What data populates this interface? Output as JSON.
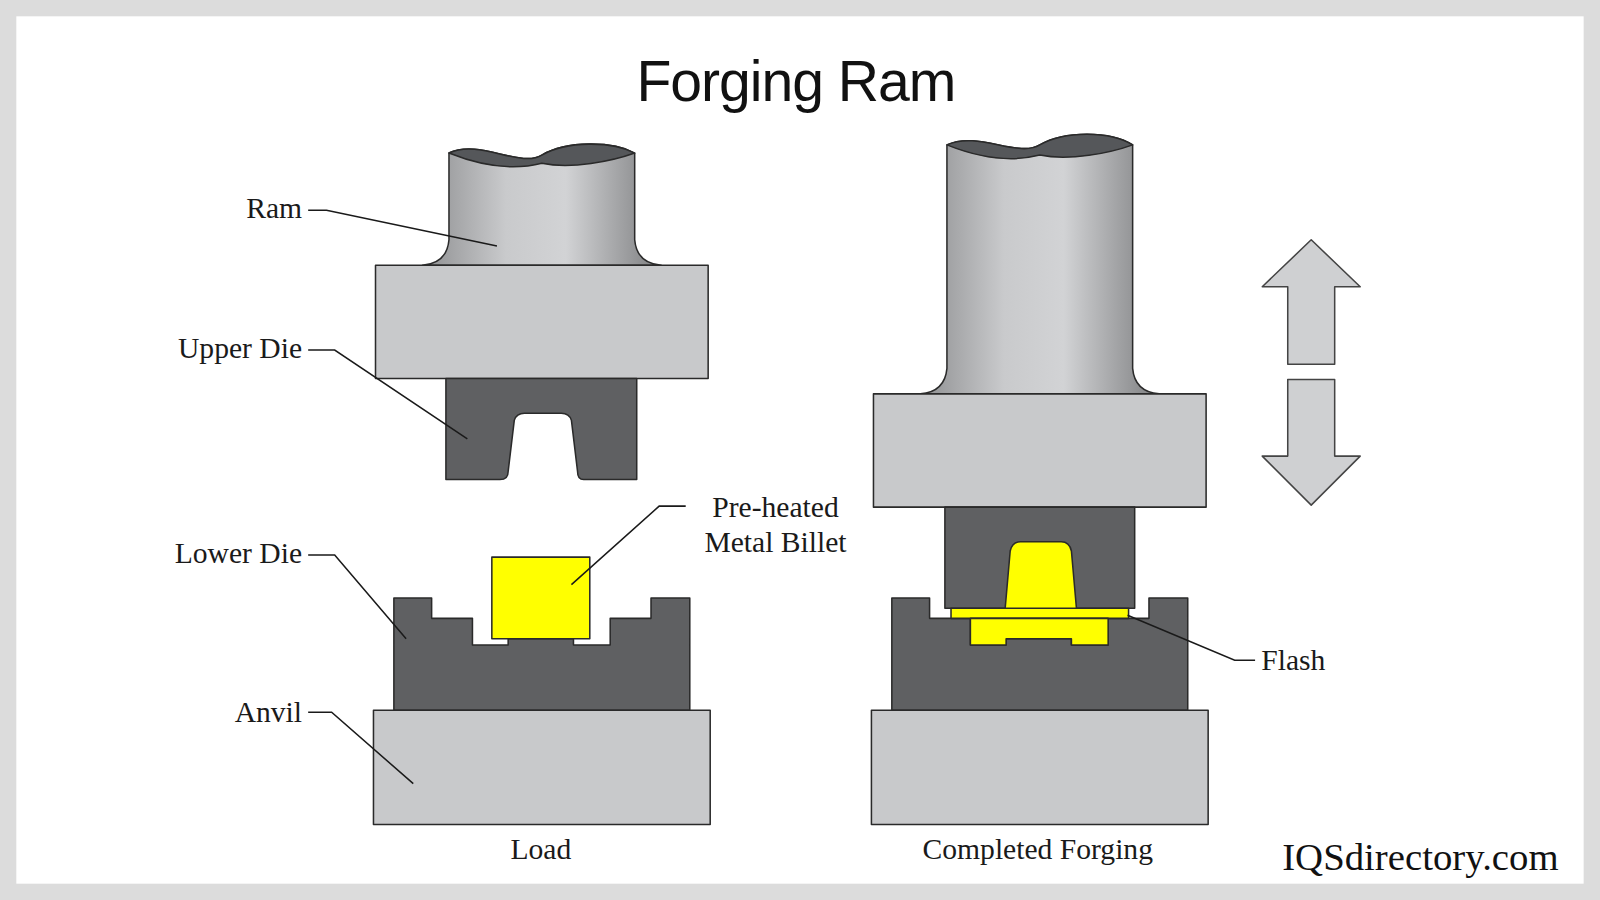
{
  "diagram": {
    "title": "Forging Ram",
    "labels": [
      "Ram",
      "Upper Die",
      "Lower Die",
      "Anvil",
      "Pre-heated Metal Billet",
      "Flash",
      "Load",
      "Completed Forging",
      "IQSdirectory.com"
    ]
  }
}
